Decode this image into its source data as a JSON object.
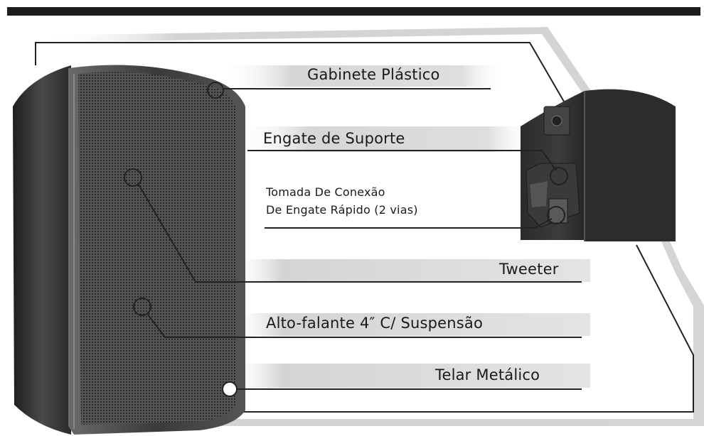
{
  "labels": {
    "gabinete": "Gabinete Plástico",
    "engate": "Engate de Suporte",
    "tomada_l1": "Tomada De Conexão",
    "tomada_l2": "De Engate Rápido (2 vias)",
    "tweeter": "Tweeter",
    "alto_falante": "Alto-falante 4″ C/ Suspensão",
    "telar": "Telar Metálico"
  },
  "colors": {
    "top_bar": "#1c1c1c",
    "frame_shadow": "#c8c8c8",
    "label_band": "#dcdcdc",
    "cabinet": "#3a3a3a",
    "grille": "#4a4a4a",
    "callout_line": "#222222"
  }
}
